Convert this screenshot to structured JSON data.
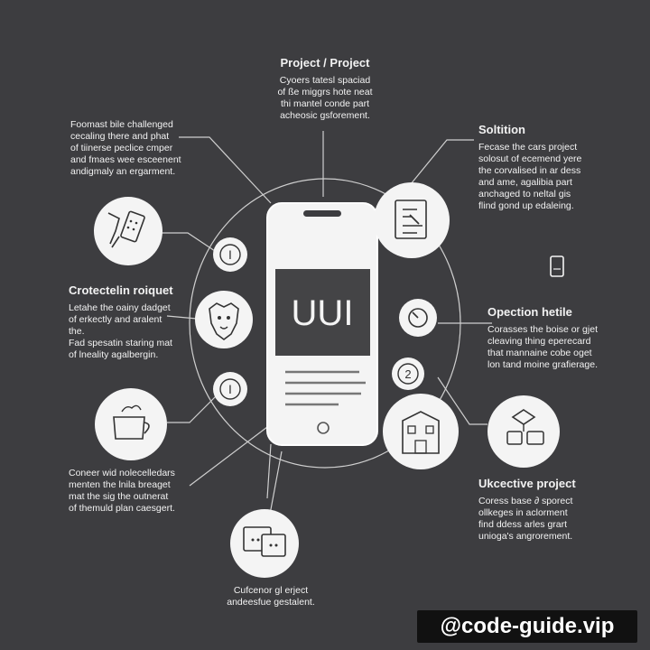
{
  "phone": {
    "screen_text": "UUI"
  },
  "blocks": {
    "top": {
      "heading": "Project / Project",
      "body": "Cyoers tatesl spaciad\nof ße miggrs hote neat\nthi mantel conde part\nacheosic gsforement."
    },
    "top_left": {
      "body": "Foomast bile challenged\ncecaling there and phat\nof tiinerse peclice cmper\nand fmaes wee esceenent\nandigmaly an ergarment."
    },
    "solution": {
      "heading": "Soltition",
      "body": "Fecase the cars project\nsolosut of ecemend yere\nthe corvalised in ar dess\nand ame, agalibia part\nanchaged to neltal gis\nflind gond up edaleing."
    },
    "left_mid": {
      "heading": "Crotectelin roiquet",
      "body": "Letahe the oainy dadget\nof erkectly and aralent\nthe.\nFad spesatin staring mat\nof lneality agalbergin."
    },
    "right_mid": {
      "heading": "Opection hetile",
      "body": "Corasses the boise or gjet\ncleaving thing eperecard\nthat mannaine cobe oget\nlon tand moine grafierage."
    },
    "left_bottom": {
      "body": "Coneer wid nolecelledars\nmenten the lnila breaget\nmat the sig the outnerat\nof themuld plan caesgert."
    },
    "right_bottom": {
      "heading": "Ukcective project",
      "body": "Coress base ∂ sporect\nollkeges in aclorment\nfind ddess arles grart\nunioga's angrorement."
    },
    "bottom": {
      "body": "Cufcenor gl erject\nandeesfue gestalent."
    }
  },
  "badge_labels": {
    "top": "I",
    "bottom": "I",
    "two": "2"
  },
  "watermark": "@code-guide.vip",
  "colors": {
    "background": "#3d3d40",
    "phone_body": "#f4f4f4",
    "screen_dark": "#444446",
    "line": "#cfcfcf"
  }
}
